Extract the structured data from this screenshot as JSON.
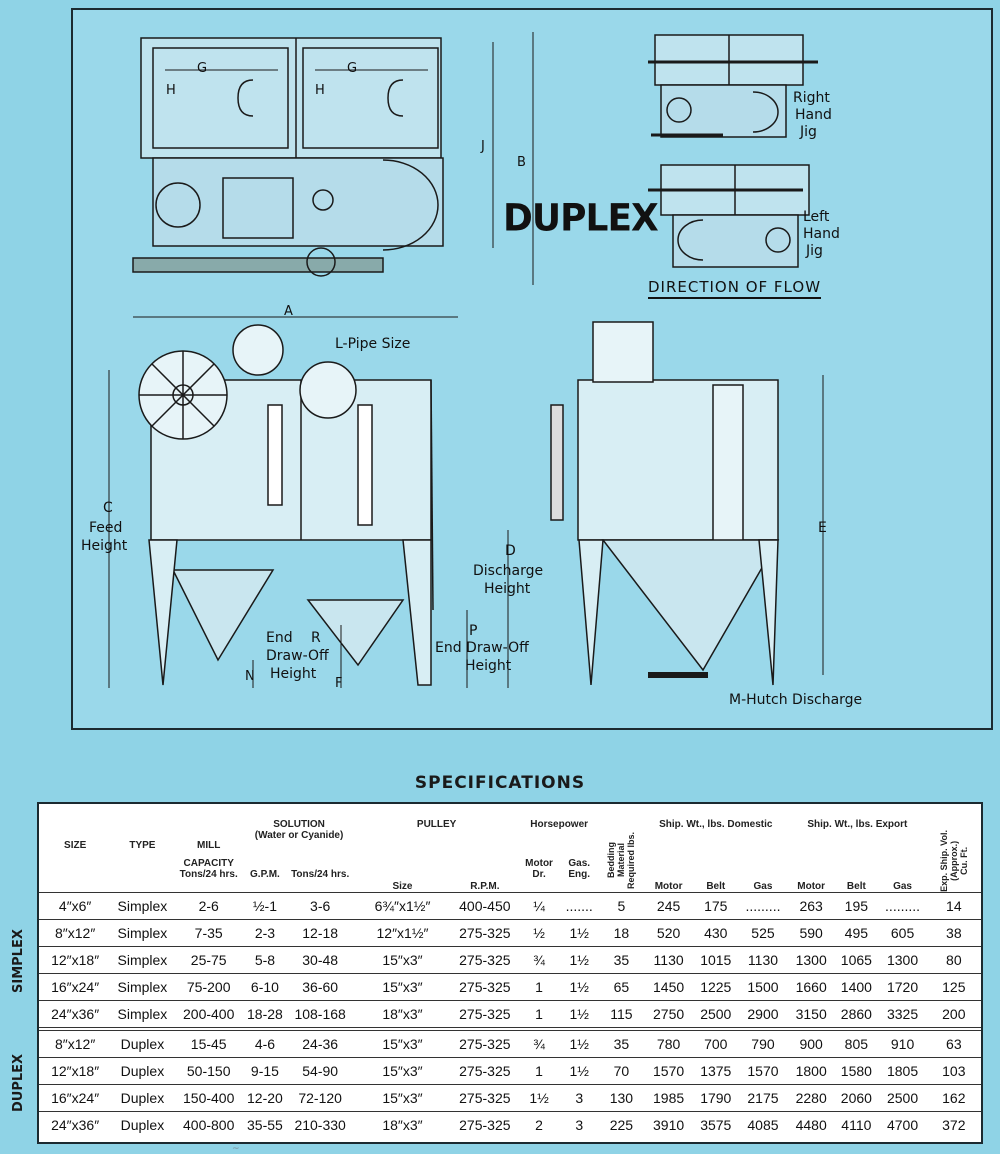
{
  "diagram": {
    "title": "DUPLEX",
    "direction_caption": "DIRECTION OF FLOW",
    "right_jig": [
      "Right",
      "Hand",
      "Jig"
    ],
    "left_jig": [
      "Left",
      "Hand",
      "Jig"
    ],
    "labels": {
      "g": "G",
      "h": "H",
      "j": "J",
      "b": "B",
      "a": "A",
      "l_pipe": "L-Pipe Size",
      "c": "C",
      "feed": "Feed",
      "height": "Height",
      "d": "D",
      "discharge": "Discharge",
      "e": "E",
      "p": "P",
      "r": "R",
      "n": "N",
      "f": "F",
      "end": "End",
      "draw_off": "Draw-Off",
      "end_draw_off": "End Draw-Off",
      "hutch": "M-Hutch Discharge"
    }
  },
  "specs": {
    "title": "SPECIFICATIONS",
    "side_simplex": "SIMPLEX",
    "side_duplex": "DUPLEX",
    "headers": {
      "size": "SIZE",
      "type": "TYPE",
      "mill1": "MILL",
      "mill2": "CAPACITY",
      "mill3": "Tons/24 hrs.",
      "solution1": "SOLUTION",
      "solution2": "(Water or Cyanide)",
      "gpm": "G.P.M.",
      "tons": "Tons/24 hrs.",
      "pulley": "PULLEY",
      "psize": "Size",
      "rpm": "R.P.M.",
      "hp": "Horsepower",
      "motor_dr1": "Motor",
      "motor_dr2": "Dr.",
      "gas_eng1": "Gas.",
      "gas_eng2": "Eng.",
      "bedding1": "Bedding",
      "bedding2": "Material",
      "bedding3": "Required lbs.",
      "domestic": "Ship. Wt., lbs. Domestic",
      "export": "Ship. Wt., lbs. Export",
      "motor": "Motor",
      "belt": "Belt",
      "gas": "Gas",
      "vol1": "Exp. Ship. Vol.",
      "vol2": "(Approx.)",
      "vol3": "Cu. Ft."
    },
    "rows": [
      [
        "4″x6″",
        "Simplex",
        "2-6",
        "½-1",
        "3-6",
        "6¾″x1½″",
        "400-450",
        "¼",
        ".......",
        "5",
        "245",
        "175",
        ".........",
        "263",
        "195",
        ".........",
        "14"
      ],
      [
        "8″x12″",
        "Simplex",
        "7-35",
        "2-3",
        "12-18",
        "12″x1½″",
        "275-325",
        "½",
        "1½",
        "18",
        "520",
        "430",
        "525",
        "590",
        "495",
        "605",
        "38"
      ],
      [
        "12″x18″",
        "Simplex",
        "25-75",
        "5-8",
        "30-48",
        "15″x3″",
        "275-325",
        "¾",
        "1½",
        "35",
        "1130",
        "1015",
        "1130",
        "1300",
        "1065",
        "1300",
        "80"
      ],
      [
        "16″x24″",
        "Simplex",
        "75-200",
        "6-10",
        "36-60",
        "15″x3″",
        "275-325",
        "1",
        "1½",
        "65",
        "1450",
        "1225",
        "1500",
        "1660",
        "1400",
        "1720",
        "125"
      ],
      [
        "24″x36″",
        "Simplex",
        "200-400",
        "18-28",
        "108-168",
        "18″x3″",
        "275-325",
        "1",
        "1½",
        "115",
        "2750",
        "2500",
        "2900",
        "3150",
        "2860",
        "3325",
        "200"
      ],
      [
        "8″x12″",
        "Duplex",
        "15-45",
        "4-6",
        "24-36",
        "15″x3″",
        "275-325",
        "¾",
        "1½",
        "35",
        "780",
        "700",
        "790",
        "900",
        "805",
        "910",
        "63"
      ],
      [
        "12″x18″",
        "Duplex",
        "50-150",
        "9-15",
        "54-90",
        "15″x3″",
        "275-325",
        "1",
        "1½",
        "70",
        "1570",
        "1375",
        "1570",
        "1800",
        "1580",
        "1805",
        "103"
      ],
      [
        "16″x24″",
        "Duplex",
        "150-400",
        "12-20",
        "72-120",
        "15″x3″",
        "275-325",
        "1½",
        "3",
        "130",
        "1985",
        "1790",
        "2175",
        "2280",
        "2060",
        "2500",
        "162"
      ],
      [
        "24″x36″",
        "Duplex",
        "400-800",
        "35-55",
        "210-330",
        "18″x3″",
        "275-325",
        "2",
        "3",
        "225",
        "3910",
        "3575",
        "4085",
        "4480",
        "4110",
        "4700",
        "372"
      ]
    ]
  }
}
